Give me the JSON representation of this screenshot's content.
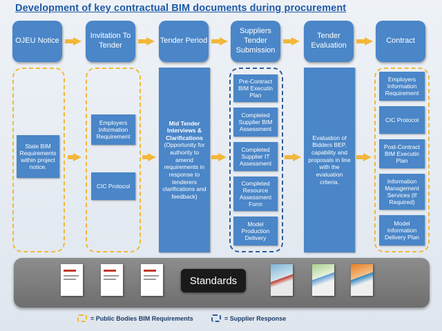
{
  "title": "Development of key contractual BIM documents during procurement",
  "phases": [
    {
      "label": "OJEU Notice"
    },
    {
      "label": "Invitation To Tender"
    },
    {
      "label": "Tender Period"
    },
    {
      "label": "Suppliers Tender Submission"
    },
    {
      "label": "Tender Evaluation"
    },
    {
      "label": "Contract"
    }
  ],
  "ojeu": {
    "text": "State BIM Requirements within project notice."
  },
  "invitation": {
    "items": [
      "Employers Information Requirement",
      "CIC Protocol"
    ]
  },
  "tender_period": {
    "heading": "Mid Tender Interviews & Clarifications",
    "text": "(Opportunity for authority to amend requirements in response to tenderers clarifications and feedback)"
  },
  "submission": {
    "items": [
      "Pre-Contract BIM Executin Plan",
      "Completed Supplier BIM Assessment",
      "Completed Supplier IT Assessment",
      "Completed Resource Assessment Form",
      "Model Production Delivery"
    ]
  },
  "evaluation": {
    "text": "Evaluation of Bidders BEP, capability and proposals in line with the evaluation criteria."
  },
  "contract": {
    "items": [
      "Employers Information Requirement",
      "CIC Protocol",
      "Post-Contract BIM Executin Plan",
      "Information Management Services (If Required)",
      "Model Information Delivery Plan"
    ]
  },
  "standards": {
    "label": "Standards"
  },
  "legend": {
    "public": "= Public Bodies BIM Requirements",
    "supplier": "= Supplier Response"
  },
  "colors": {
    "phase": "#4a86c8",
    "arrow": "#f2b73a",
    "public_dash": "#f2b73a",
    "supplier_dash": "#2e5a9a"
  }
}
